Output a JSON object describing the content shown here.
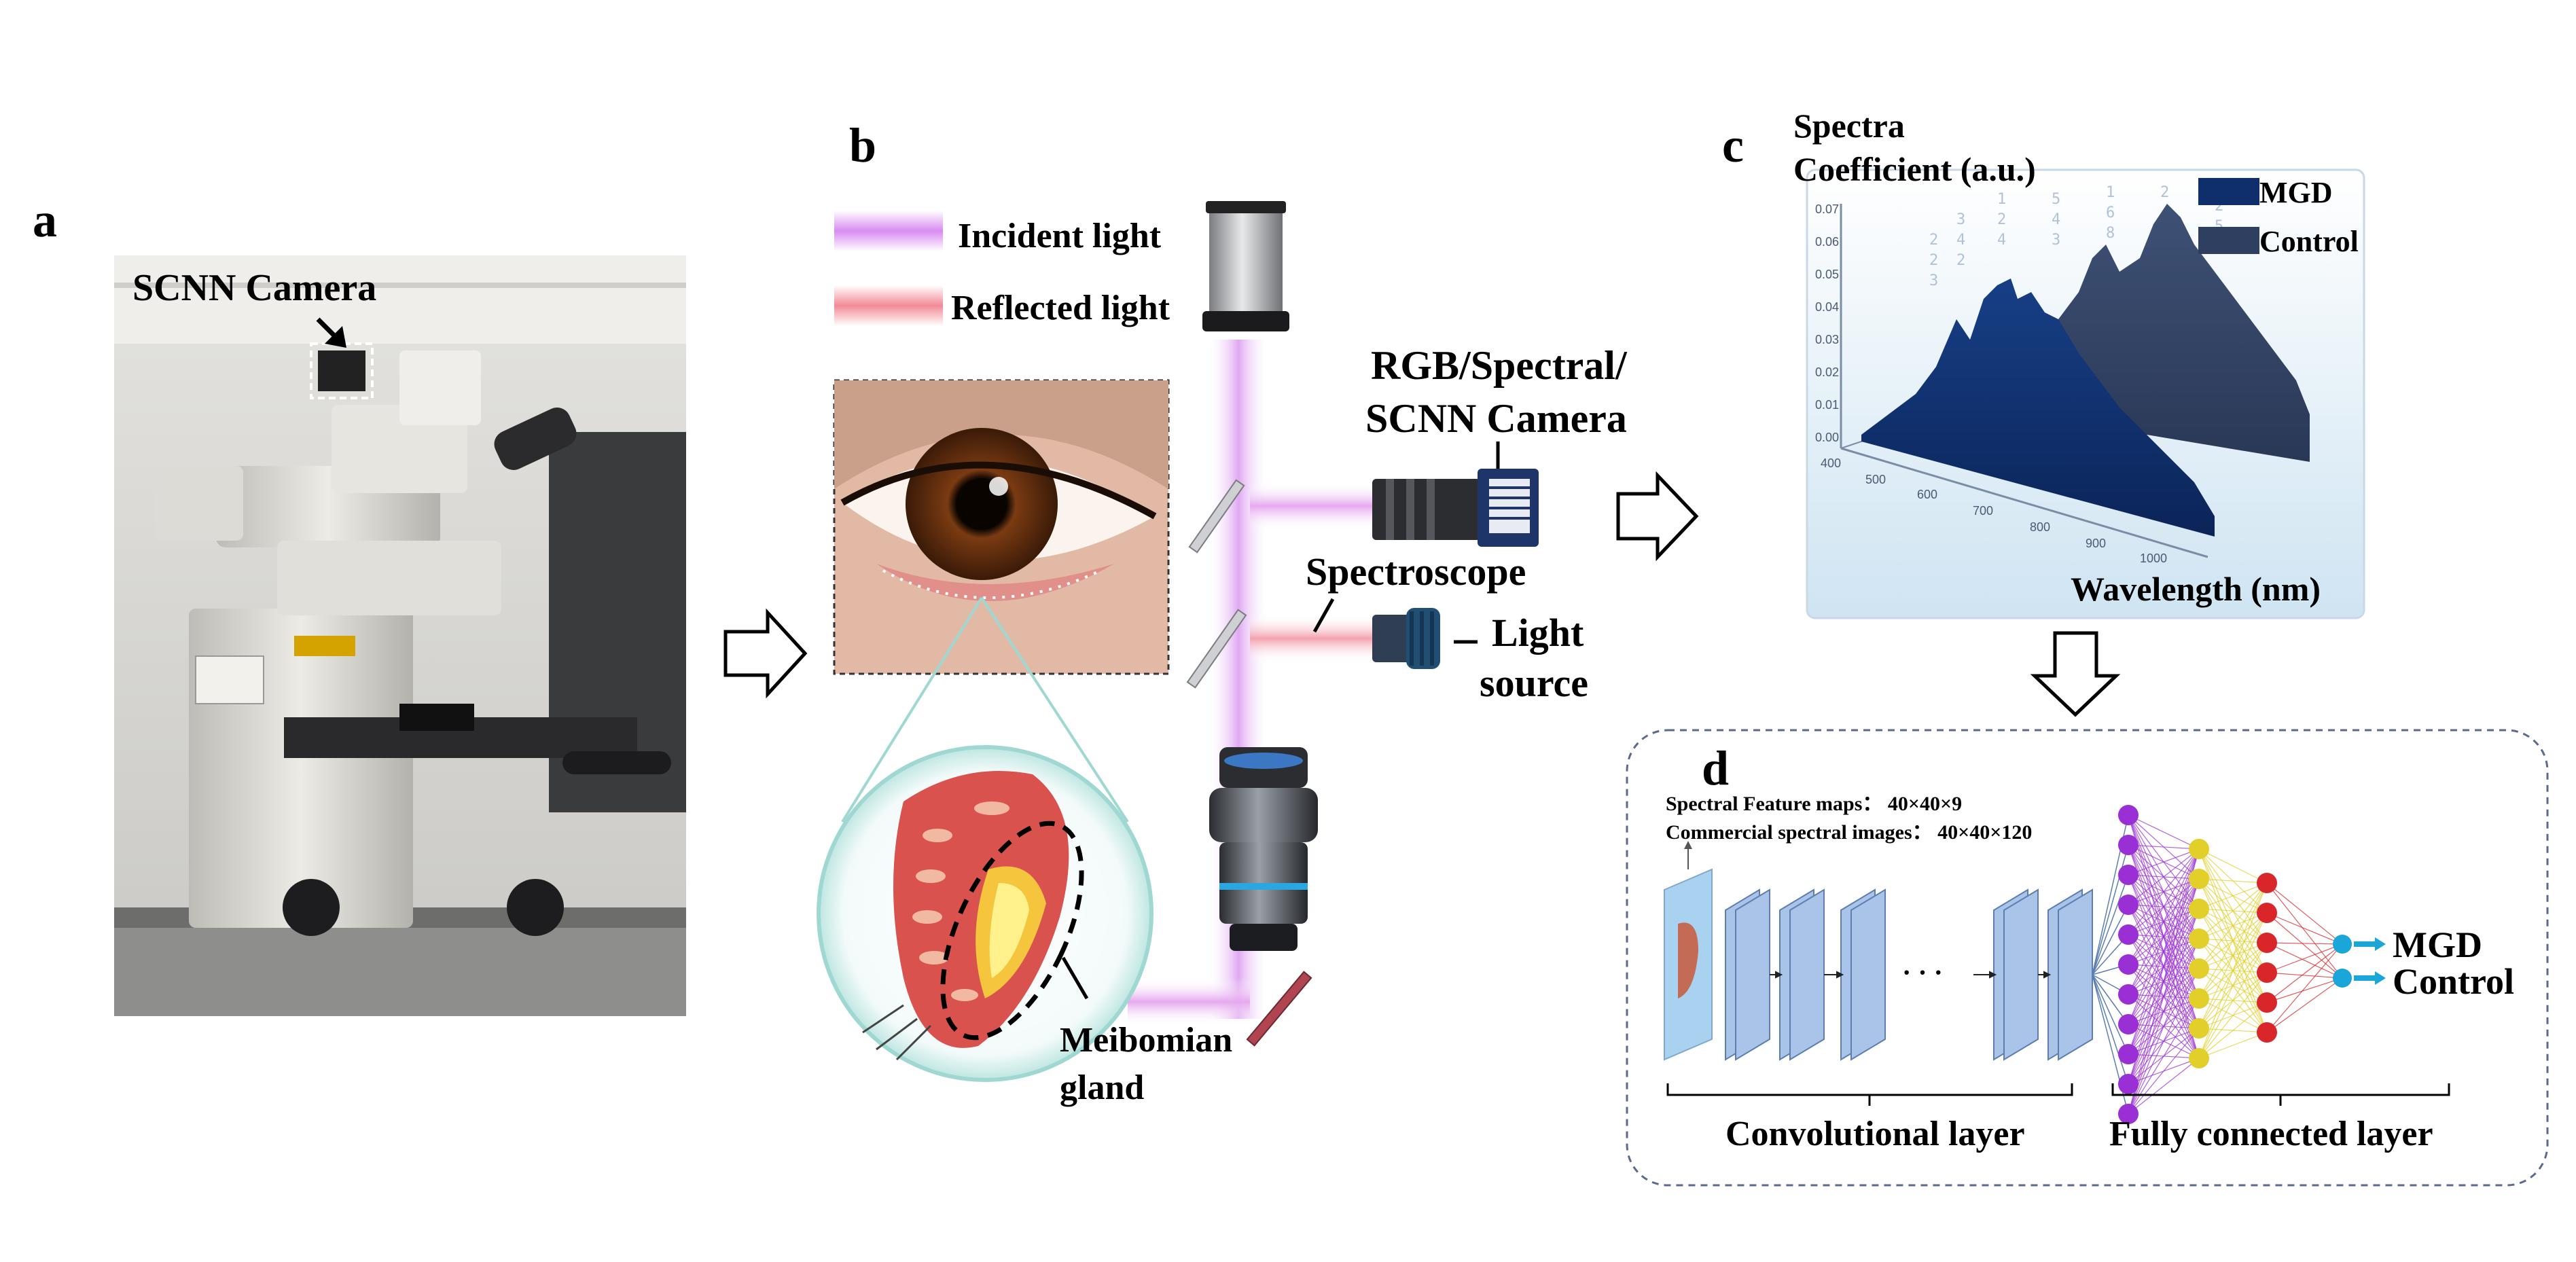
{
  "panels": {
    "a": {
      "label": "a",
      "camera_caption": "SCNN Camera"
    },
    "b": {
      "label": "b",
      "legend": {
        "incident": "Incident light",
        "reflected": "Reflected light"
      },
      "camera_label_line1": "RGB/Spectral/",
      "camera_label_line2": "SCNN Camera",
      "spectroscope": "Spectroscope",
      "light_source_line1": "Light",
      "light_source_line2": "source",
      "meibomian_line1": "Meibomian",
      "meibomian_line2": "gland"
    },
    "c": {
      "label": "c",
      "ylabel_line1": "Spectra",
      "ylabel_line2": "Coefficient (a.u.)",
      "xlabel": "Wavelength (nm)",
      "legend": [
        "MGD",
        "Control"
      ],
      "y_ticks": [
        "0.00",
        "0.01",
        "0.02",
        "0.03",
        "0.04",
        "0.05",
        "0.06",
        "0.07"
      ],
      "x_ticks": [
        "400",
        "500",
        "600",
        "700",
        "800",
        "900",
        "1000"
      ]
    },
    "d": {
      "label": "d",
      "line1": "Spectral Feature maps： 40×40×9",
      "line2": "Commercial spectral images： 40×40×120",
      "ellipsis": "· · ·",
      "conv_label": "Convolutional layer",
      "fc_label": "Fully connected layer",
      "outputs": [
        "MGD",
        "Control"
      ]
    }
  },
  "colors": {
    "mgd": "#0e2f6b",
    "control": "#2e3f60",
    "incident": "#d88cf0",
    "reflected": "#f28a96",
    "neuron_purple": "#9b2fd6",
    "neuron_yellow": "#e2cf2a",
    "neuron_red": "#d8262a",
    "neuron_blue": "#1aa6d8",
    "conv_block": "#a9c4e8"
  }
}
